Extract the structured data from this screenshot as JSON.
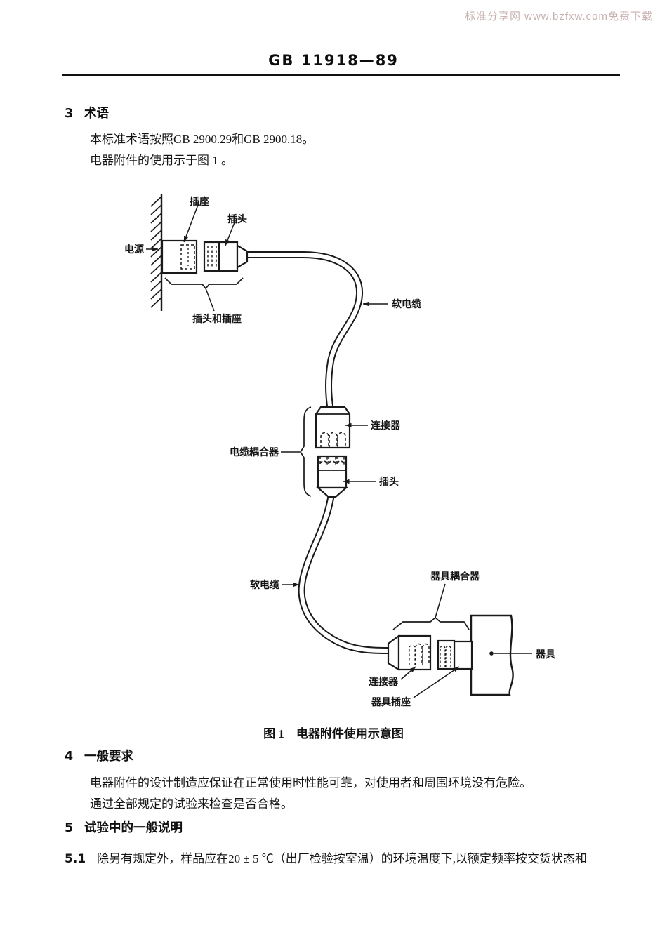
{
  "watermark": {
    "text": "标准分享网 www.bzfxw.com免费下载"
  },
  "header": {
    "doc_number": "GB 11918—89"
  },
  "sections": {
    "s3": {
      "num": "3",
      "title": "术语",
      "p1": "本标准术语按照GB 2900.29和GB 2900.18。",
      "p2": "电器附件的使用示于图 1 。"
    },
    "s4": {
      "num": "4",
      "title": "一般要求",
      "p1": "电器附件的设计制造应保证在正常使用时性能可靠，对使用者和周围环境没有危险。",
      "p2": "通过全部规定的试验来检查是否合格。"
    },
    "s5": {
      "num": "5",
      "title": "试验中的一般说明",
      "p1_num": "5.1",
      "p1_text": "除另有规定外，样品应在20 ± 5 ℃（出厂检验按室温）的环境温度下,以额定频率按交货状态和"
    }
  },
  "figure": {
    "caption": "图 1　电器附件使用示意图",
    "labels": {
      "power": "电源",
      "socket": "插座",
      "plug_top": "插头",
      "plug_and_socket": "插头和插座",
      "cable_top": "软电缆",
      "connector_mid": "连接器",
      "cable_coupler": "电缆耦合器",
      "plug_mid": "插头",
      "cable_bottom": "软电缆",
      "appliance_coupler": "器具耦合器",
      "connector_bottom": "连接器",
      "appliance_inlet": "器具插座",
      "appliance": "器具"
    }
  },
  "colors": {
    "ink": "#1a1a1a",
    "watermark": "#c8b0b0",
    "paper": "#ffffff"
  }
}
